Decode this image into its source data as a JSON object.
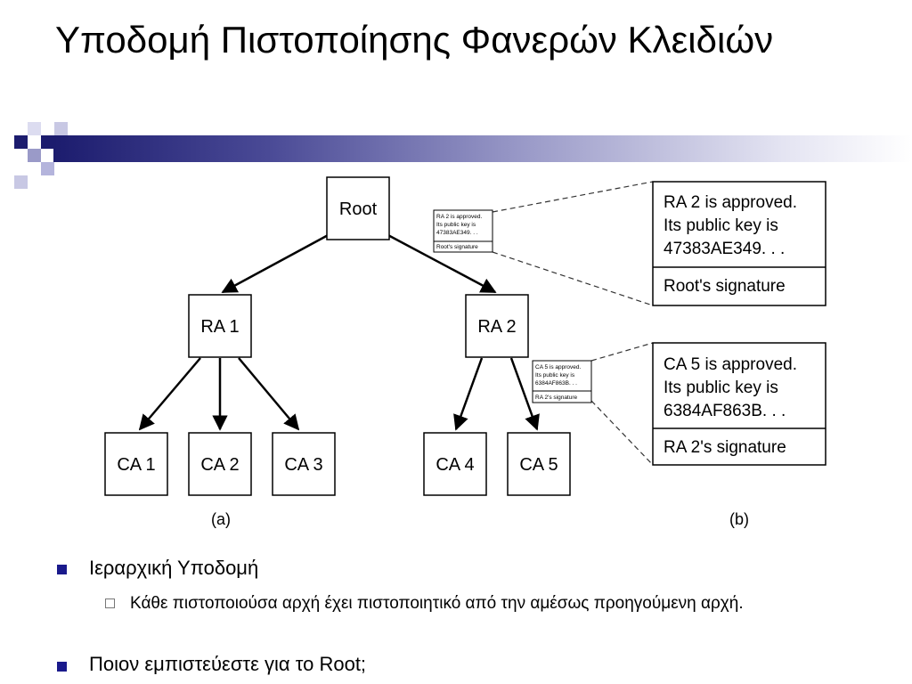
{
  "slide": {
    "title": "Υποδομή Πιστοποίησης Φανερών Κλειδιών",
    "accent_color": "#1c1c6e"
  },
  "diagram": {
    "nodes": {
      "root": "Root",
      "ra1": "RA 1",
      "ra2": "RA 2",
      "ca1": "CA 1",
      "ca2": "CA 2",
      "ca3": "CA 3",
      "ca4": "CA 4",
      "ca5": "CA 5"
    },
    "cert_ra2": {
      "line1": "RA 2 is approved.",
      "line2": "Its public key is",
      "line3": "47383AE349. . .",
      "signature": "Root's signature"
    },
    "cert_ca5": {
      "line1": "CA 5 is approved.",
      "line2": "Its public key is",
      "line3": "6384AF863B. . .",
      "signature": "RA 2's signature"
    },
    "label_a": "(a)",
    "label_b": "(b)"
  },
  "bullets": [
    {
      "text": "Ιεραρχική Υποδομή",
      "sub": [
        {
          "text": "Κάθε πιστοποιούσα αρχή έχει πιστοποιητικό από την αμέσως προηγούμενη αρχή."
        }
      ]
    },
    {
      "text": "Ποιον εμπιστεύεστε για το Root;"
    }
  ]
}
